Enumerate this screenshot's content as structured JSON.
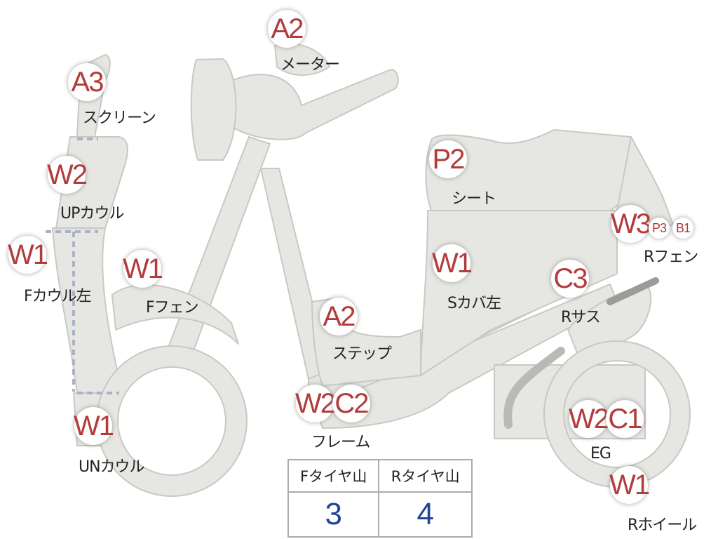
{
  "colors": {
    "part_fill": "#e6e6e2",
    "part_stroke": "#c8c8c4",
    "badge_text": "#b33b3b",
    "table_value": "#23459a",
    "divider": "#aab2c4"
  },
  "badges": {
    "meter": "A2",
    "screen": "A3",
    "up_cowl": "W2",
    "f_cowl_left": "W1",
    "f_fender": "W1",
    "un_cowl": "W1",
    "step": "A2",
    "frame_w": "W2",
    "frame_c": "C2",
    "seat": "P2",
    "s_cover_left": "W1",
    "r_sus": "C3",
    "r_fender_w": "W3",
    "r_fender_p": "P3",
    "r_fender_b": "B1",
    "eg_w": "W2",
    "eg_c": "C1",
    "r_wheel": "W1"
  },
  "labels": {
    "meter": "メーター",
    "screen": "スクリーン",
    "up_cowl": "UPカウル",
    "f_cowl_left": "Fカウル左",
    "f_fender": "Fフェン",
    "un_cowl": "UNカウル",
    "step": "ステップ",
    "frame": "フレーム",
    "seat": "シート",
    "s_cover_left": "Sカバ左",
    "r_sus": "Rサス",
    "r_fender": "Rフェン",
    "eg": "EG",
    "r_wheel": "Rホイール"
  },
  "tire_table": {
    "headers": [
      "Fタイヤ山",
      "Rタイヤ山"
    ],
    "values": [
      "3",
      "4"
    ]
  }
}
